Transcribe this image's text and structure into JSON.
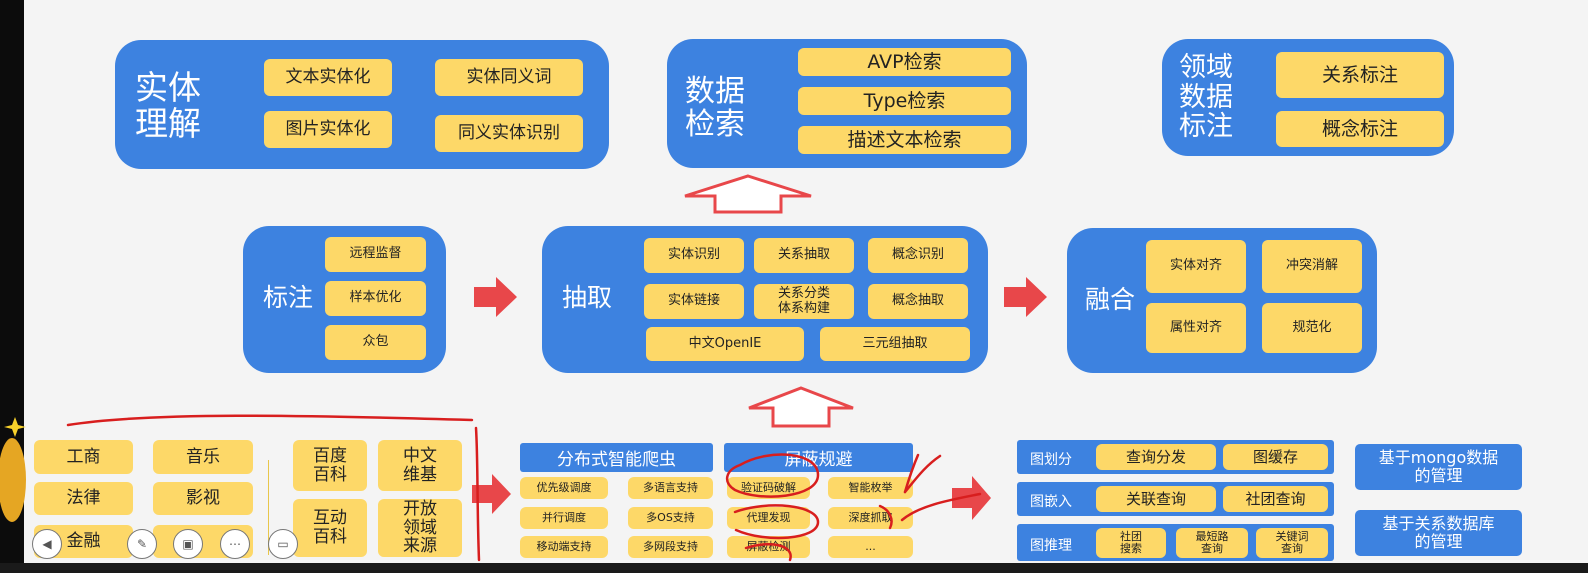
{
  "colors": {
    "panel_blue": "#3d82e0",
    "chip_yellow": "#fdd868",
    "arrow_red": "#e8474a",
    "ink_red": "#d81e1e"
  },
  "entity_understanding": {
    "title": "实体\n理解",
    "items": [
      "文本实体化",
      "实体同义词",
      "图片实体化",
      "同义实体识别"
    ]
  },
  "data_retrieval": {
    "title": "数据\n检索",
    "items": [
      "AVP检索",
      "Type检索",
      "描述文本检索"
    ]
  },
  "domain_annotation": {
    "title": "领域\n数据\n标注",
    "items": [
      "关系标注",
      "概念标注"
    ]
  },
  "labeling": {
    "title": "标注",
    "items": [
      "远程监督",
      "样本优化",
      "众包"
    ]
  },
  "extraction": {
    "title": "抽取",
    "items": [
      "实体识别",
      "关系抽取",
      "概念识别",
      "实体链接",
      "关系分类\n体系构建",
      "概念抽取",
      "中文OpenIE",
      "三元组抽取"
    ]
  },
  "fusion": {
    "title": "融合",
    "items": [
      "实体对齐",
      "冲突消解",
      "属性对齐",
      "规范化"
    ]
  },
  "domains": {
    "items": [
      "工商",
      "音乐",
      "法律",
      "影视",
      "金融"
    ]
  },
  "sources": {
    "items": [
      "百度\n百科",
      "中文\n维基",
      "互动\n百科",
      "开放\n领域\n来源"
    ]
  },
  "crawler": {
    "header": "分布式智能爬虫",
    "items": [
      "优先级调度",
      "多语言支持",
      "并行调度",
      "多OS支持",
      "移动端支持",
      "多网段支持"
    ]
  },
  "anti_block": {
    "header": "屏蔽规避",
    "items": [
      "验证码破解",
      "智能枚举",
      "代理发现",
      "深度抓取",
      "屏蔽检测",
      "..."
    ]
  },
  "graph_ops": {
    "rows": [
      {
        "label": "图划分",
        "items": [
          "查询分发",
          "图缓存"
        ]
      },
      {
        "label": "图嵌入",
        "items": [
          "关联查询",
          "社团查询"
        ]
      },
      {
        "label": "图推理",
        "items": [
          "社团\n搜索",
          "最短路\n查询",
          "关键词\n查询"
        ]
      }
    ]
  },
  "storage": {
    "items": [
      "基于mongo数据\n的管理",
      "基于关系数据库\n的管理"
    ]
  },
  "toolbar": {
    "icons": [
      "prev-icon",
      "pen-icon",
      "image-icon",
      "more-icon",
      "screen-icon"
    ]
  }
}
